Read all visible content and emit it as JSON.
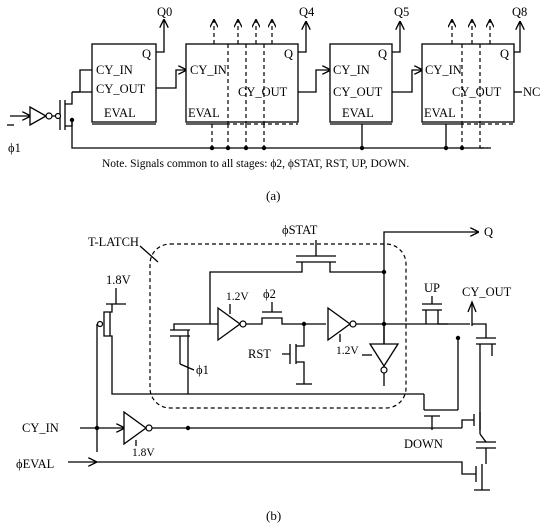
{
  "figure_a": {
    "caption": "(a)",
    "outputs": [
      "Q0",
      "Q4",
      "Q5",
      "Q8"
    ],
    "input_label": "ϕ1",
    "pin_cy_in": "CY_IN",
    "pin_cy_out": "CY_OUT",
    "pin_eval": "EVAL",
    "pin_q": "Q",
    "nc_label": "NC",
    "note": "Note. Signals common to all stages: ϕ2, ϕSTAT, RST, UP, DOWN."
  },
  "figure_b": {
    "caption": "(b)",
    "t_latch": "T-LATCH",
    "phi_stat": "ϕSTAT",
    "q": "Q",
    "vdd_18": "1.8V",
    "vdd_12_a": "1.2V",
    "phi2": "ϕ2",
    "vdd_12_b": "1.2V",
    "up": "UP",
    "cy_out": "CY_OUT",
    "rst": "RST",
    "phi1": "ϕ1",
    "cy_in": "CY_IN",
    "vdd_18_inv": "1.8V",
    "down": "DOWN",
    "phi_eval": "ϕEVAL"
  }
}
